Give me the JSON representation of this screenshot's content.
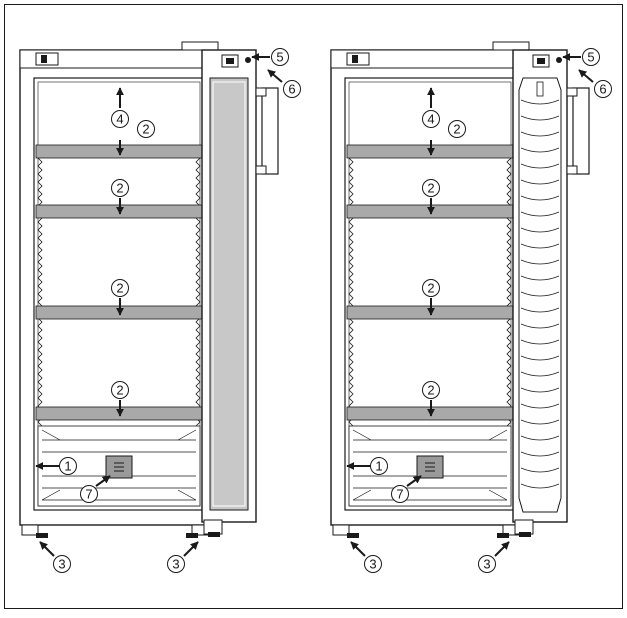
{
  "callouts": {
    "c1": "1",
    "c2": "2",
    "c3": "3",
    "c4": "4",
    "c5": "5",
    "c6": "6",
    "c7": "7"
  },
  "colors": {
    "line": "#1a1a1a",
    "shelf": "#a9a9a9",
    "door_glass": "#c8c8c8",
    "panel": "#d4d4d4",
    "control": "#9a9a9a"
  }
}
